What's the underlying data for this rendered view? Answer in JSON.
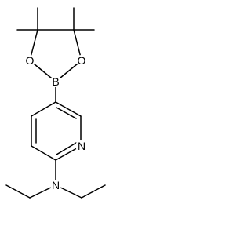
{
  "structure": {
    "atoms": {
      "boron": "B",
      "oxygen_left": "O",
      "oxygen_right": "O",
      "ring_nitrogen": "N",
      "amine_nitrogen": "N"
    }
  }
}
